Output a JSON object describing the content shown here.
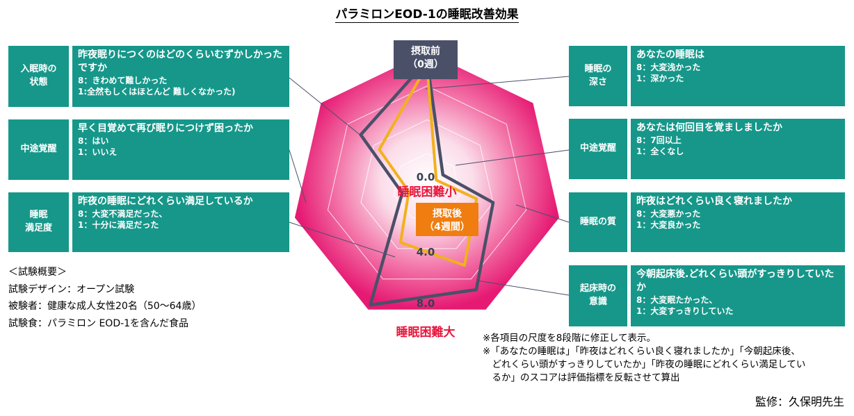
{
  "title": "パラミロンEOD-1の睡眠改善効果",
  "left_items": [
    {
      "label": "入眠時の\n状態",
      "question": "昨夜眠りにつくのはどのくらいむずかしかったですか",
      "scale_hi": "8：きわめて難しかった",
      "scale_lo": "1:全然もしくはほとんど 難しくなかった)"
    },
    {
      "label": "中途覚醒",
      "question": "早く目覚めて再び眠りにつけず困ったか",
      "scale_hi": "8：はい",
      "scale_lo": "1：いいえ"
    },
    {
      "label": "睡眠\n満足度",
      "question": "昨夜の睡眠にどれくらい満足しているか",
      "scale_hi": "8：大変不満足だった、",
      "scale_lo": "1：十分に満足だった"
    }
  ],
  "right_items": [
    {
      "label": "睡眠の\n深さ",
      "question": "あなたの睡眠は",
      "scale_hi": "8：大変浅かった",
      "scale_lo": "1：深かった"
    },
    {
      "label": "中途覚醒",
      "question": "あなたは何回目を覚ましましたか",
      "scale_hi": "8：7回以上",
      "scale_lo": "1：全くなし"
    },
    {
      "label": "睡眠の質",
      "question": "昨夜はどれくらい良く寝れましたか",
      "scale_hi": "8：大変悪かった",
      "scale_lo": "1：大変良かった"
    },
    {
      "label": "起床時の\n意識",
      "question": "今朝起床後.どれくらい頭がすっきりしていたか",
      "scale_hi": "8：大変眠たかった、",
      "scale_lo": "1：大変すっきりしていた"
    }
  ],
  "chart_data": {
    "type": "radar",
    "axes": [
      "睡眠の深さ",
      "中途覚醒",
      "睡眠の質",
      "起床時の意識",
      "睡眠満足度",
      "中途覚醒",
      "入眠時の状態"
    ],
    "ticks": [
      "0.0",
      "4.0",
      "8.0"
    ],
    "range": [
      0,
      8
    ],
    "center_label": "睡眠困難小",
    "outer_label": "睡眠困難大",
    "series": [
      {
        "name": "摂取前\n（0週）",
        "color": "#4a5068",
        "values": [
          7.5,
          1.2,
          4.0,
          6.7,
          7.7,
          1.5,
          5.0
        ]
      },
      {
        "name": "摂取後\n（4週間）",
        "color": "#f0b21c",
        "values": [
          7.2,
          0.7,
          3.0,
          5.1,
          3.6,
          1.1,
          3.6
        ]
      }
    ]
  },
  "overview": {
    "heading": "＜試験概要＞",
    "design": "試験デザイン：オープン試験",
    "subjects": "被験者：健康な成人女性20名（50～64歳）",
    "food": "試験食：パラミロン EOD-1を含んだ食品"
  },
  "notes": [
    "※各項目の尺度を8段階に修正して表示。",
    "※「あなたの睡眠は」「昨夜はどれくらい良く寝れましたか」「今朝起床後、",
    "　どれくらい頭がすっきりしていたか」「昨夜の睡眠にどれくらい満足してい",
    "　るか」のスコアは評価指標を反転させて算出"
  ],
  "supervisor": "監修：久保明先生"
}
